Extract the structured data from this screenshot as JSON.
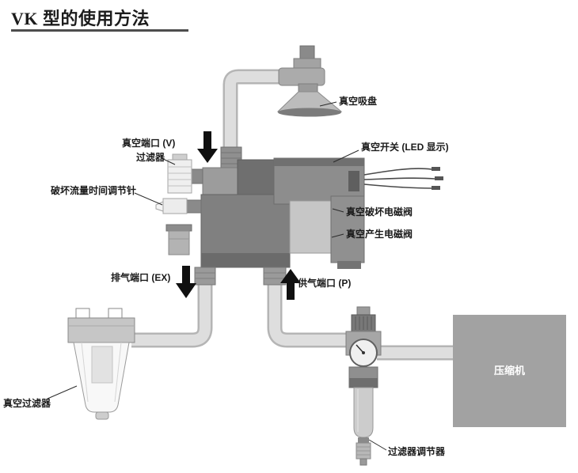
{
  "title": "VK 型的使用方法",
  "labels": {
    "vacuum_pad": "真空吸盘",
    "vacuum_port_v": "真空端口 (V)",
    "filter": "过滤器",
    "break_flow_needle": "破坏流量时间调节针",
    "vacuum_switch": "真空开关 (LED 显示)",
    "vacuum_break_valve": "真空破坏电磁阀",
    "vacuum_gen_valve": "真空产生电磁阀",
    "exhaust_port_ex": "排气端口 (EX)",
    "supply_port_p": "供气端口 (P)",
    "vacuum_filter": "真空过滤器",
    "filter_regulator": "过滤器调节器",
    "compressor": "压缩机"
  },
  "colors": {
    "pipe": "#dedede",
    "pipe_outline": "#b5b5b5",
    "valve_body": "#808080",
    "compressor_box": "#a2a2a2",
    "flow_arrow": "#101010",
    "label_text": "#1a1a1a",
    "title_rule": "#4d4d4d"
  }
}
